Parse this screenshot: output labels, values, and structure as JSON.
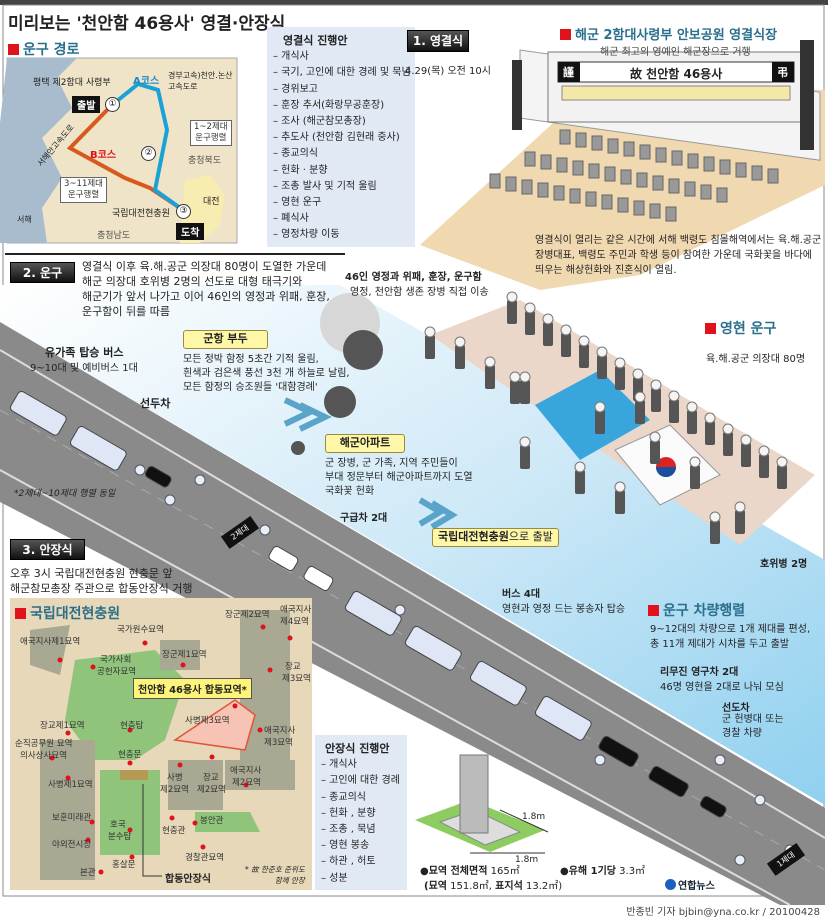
{
  "title": "미리보는 '천안함 46용사' 영결·안장식",
  "route": {
    "heading": "운구 경로",
    "hq": "평택 제2함대 사령부",
    "depart": "출발",
    "arrive": "도착",
    "a_course": "A코스",
    "b_course": "B코스",
    "highway1_a": "경부고속)천안.논산",
    "highway1_b": "고속도로",
    "highway2": "서해안고속도로",
    "conv12_a": "1~2제대",
    "conv12_b": "운구행렬",
    "conv311_a": "3~11제대",
    "conv311_b": "운구행렬",
    "n1": "①",
    "n2": "②",
    "n3": "③",
    "chungbuk": "충청북도",
    "chungnam": "충청남도",
    "daejeon": "대전",
    "cemetery": "국립대전현충원",
    "west_sea": "서해"
  },
  "funeral_plan": {
    "title": "영결식 진행안",
    "items": [
      "– 개식사",
      "– 국기, 고인에 대한 경례 및 묵념",
      "– 경위보고",
      "– 훈장 추서(화랑무공훈장)",
      "– 조사 (해군참모총장)",
      "– 추도사 (천안함 김현래 중사)",
      "– 종교의식",
      "– 헌화 · 분향",
      "– 조총 발사 및 기적 울림",
      "– 영현 운구",
      "– 폐식사",
      "– 영정차량 이동"
    ]
  },
  "ceremony": {
    "label": "1. 영결식",
    "date": "4.29(목) 오전 10시",
    "venue": "해군 2함대사령부 안보공원 영결식장",
    "venue_sub": "해군 최고의 영예인 해군장으로 거행",
    "banner": "故 천안함 46용사",
    "banner_left": "謹",
    "banner_right": "弔",
    "note": [
      "영결식이 열리는 같은 시간에 서해 백령도 침몰해역에서는 육.해.공군",
      "장병대표, 백령도 주민과 학생 등이 참여한 가운데 국화꽃을 바다에",
      "띄우는 해상헌화와 진혼식이 열림."
    ]
  },
  "procession": {
    "label": "2. 운구",
    "desc": [
      "영결식 이후 육.해.공군 의장대 80명이 도열한 가운데",
      "해군 의장대 호위병 2명의 선도로 대형 태극기와",
      "해군기가 앞서 나가고 이어 46인의 영정과 위패, 훈장,",
      "운구함이 뒤를 따름"
    ],
    "portraits_title": "46인 영정과 위패, 훈장, 운구함",
    "portraits_sub": "영정, 천안함 생존 장병 직접 이송",
    "honor_heading": "영현 운구",
    "honor_guard": "육.해.공군 의장대 80명",
    "escorts": "호위병 2명",
    "family_bus": "유가족 탑승 버스",
    "family_bus_sub": "9~10대 및 예비버스 1대",
    "lead_car": "선두차",
    "note": "*2제대~10제대 행렬 동일",
    "port_title": "군항 부두",
    "port_desc": [
      "모든 정박 함정 5초간 기적 울림,",
      "흰색과 검은색 풍선 3천 개 하늘로 날림,",
      "모든 함정의 승조원들 '대함경례'"
    ],
    "apt_title": "해군아파트",
    "apt_desc": [
      "군 장병, 군 가족, 지역 주민들이",
      "부대 정문부터 해군아파트까지 도열",
      "국화꽃 헌화"
    ],
    "depart_bold": "국립대전현충원",
    "depart_rest": "으로 출발",
    "ambulance": "구급차 2대",
    "bus4": "버스 4대",
    "bus4_sub": "영현과 영정 드는 봉송자 탑승",
    "convoy_heading": "운구 차량행렬",
    "convoy_desc": [
      "9~12대의 차량으로 1개 제대를 편성,",
      "총 11개 제대가 시차를 두고 출발"
    ],
    "hearse": "리무진 영구차 2대",
    "hearse_sub": "46명 영현을 2대로 나눠 모심",
    "pilot": "선도차",
    "pilot_sub": [
      "군 헌병대 또는",
      "경찰 차량"
    ],
    "unit2": "2제대",
    "unit1": "1제대"
  },
  "burial": {
    "label": "3. 안장식",
    "desc": [
      "오후 3시 국립대전현충원 현충문 앞",
      "해군참모총장 주관으로 합동안장식 거행"
    ],
    "map_title": "국립대전현충원",
    "places": [
      "애국지사제1묘역",
      "국가원수묘역",
      "국가사회",
      "공헌자묘역",
      "장군제1묘역",
      "장군제2묘역",
      "애국지사",
      "제4묘역",
      "장교",
      "제3묘역",
      "사병제3묘역",
      "애국지사",
      "제3묘역",
      "장교제1묘역",
      "순직공무원 묘역",
      "의사상사묘역",
      "현충탑",
      "현충문",
      "사병제1묘역",
      "사병",
      "제2묘역",
      "장교",
      "제2묘역",
      "애국지사",
      "제2묘역",
      "보훈미래관",
      "호국",
      "분수탑",
      "현충관",
      "봉안관",
      "야외전시장",
      "경찰관묘역",
      "홍살문",
      "본관"
    ],
    "joint_grave": "천안함 46용사 합동묘역*",
    "joint_ceremony": "합동안장식",
    "footnote": [
      "* 故 한준호 준위도",
      "함께 안장"
    ]
  },
  "burial_plan": {
    "title": "안장식 진행안",
    "items": [
      "– 개식사",
      "– 고인에 대한 경례",
      "– 종교의식",
      "– 헌화 , 분향",
      "– 조총 , 묵념",
      "– 영현 봉송",
      "– 하관 , 허토",
      "– 성분"
    ]
  },
  "grave": {
    "dim1": "1.8m",
    "dim2": "1.8m",
    "area_label": "●묘역 전체면적",
    "area_value": "165㎡",
    "area_detail_a": "(묘역",
    "area_detail_b": "151.8㎡,",
    "area_detail_c": "표지석",
    "area_detail_d": "13.2㎡)",
    "per_label": "●유해 1기당",
    "per_value": "3.3㎡"
  },
  "logo": "연합뉴스",
  "credit": "반종빈 기자 bjbin@yna.co.kr / 20100428"
}
